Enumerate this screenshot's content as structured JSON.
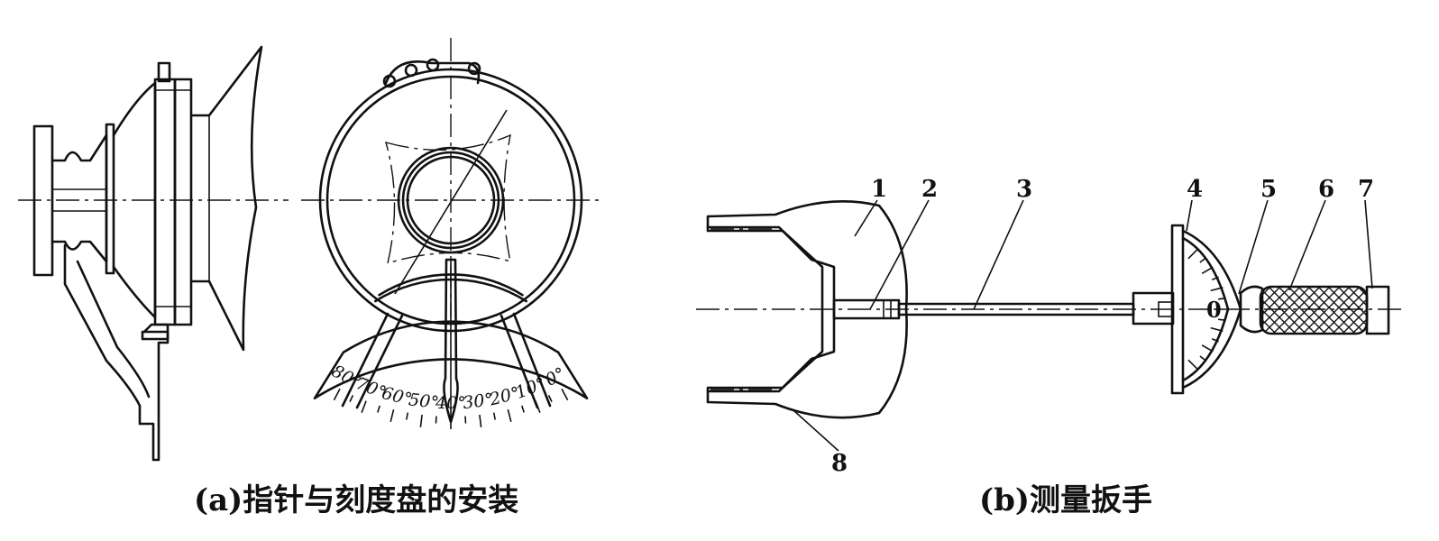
{
  "captions": {
    "a": "(a)指针与刻度盘的安装",
    "b": "(b)测量扳手"
  },
  "dial": {
    "tick_labels": [
      "0°",
      "10°",
      "20°",
      "30°",
      "40°",
      "50°",
      "60°",
      "70°",
      "80°"
    ]
  },
  "wrench": {
    "part_numbers": [
      "1",
      "2",
      "3",
      "4",
      "5",
      "6",
      "7",
      "8"
    ],
    "scale_zero": "0"
  }
}
